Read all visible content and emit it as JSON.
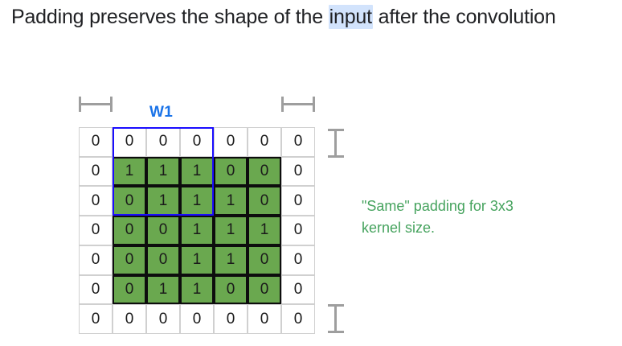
{
  "title": {
    "before": "Padding preserves the shape of the ",
    "highlighted": "input",
    "after": " after the convolution"
  },
  "figure": {
    "kernel_label": "W1",
    "annotation_line1": "\"Same\" padding for 3x3",
    "annotation_line2": "kernel size.",
    "colors": {
      "green_fill": "#6aa84f",
      "kernel_blue": "#1a0dff",
      "label_blue": "#1a73e8",
      "annotation_green": "#46a35e",
      "highlight_blue": "#d2e3fc",
      "bracket_gray": "#9e9e9e",
      "grid_line": "#d0d0d0",
      "cell_border_black": "#0d0d0d"
    },
    "grid": {
      "rows": 7,
      "cols": 7,
      "values": [
        [
          "0",
          "0",
          "0",
          "0",
          "0",
          "0",
          "0"
        ],
        [
          "0",
          "1",
          "1",
          "1",
          "0",
          "0",
          "0"
        ],
        [
          "0",
          "0",
          "1",
          "1",
          "1",
          "0",
          "0"
        ],
        [
          "0",
          "0",
          "0",
          "1",
          "1",
          "1",
          "0"
        ],
        [
          "0",
          "0",
          "0",
          "1",
          "1",
          "0",
          "0"
        ],
        [
          "0",
          "0",
          "1",
          "1",
          "0",
          "0",
          "0"
        ],
        [
          "0",
          "0",
          "0",
          "0",
          "0",
          "0",
          "0"
        ]
      ],
      "green_region": {
        "row_start": 1,
        "row_end": 5,
        "col_start": 1,
        "col_end": 5
      },
      "kernel_region": {
        "row_start": 0,
        "row_end": 2,
        "col_start": 1,
        "col_end": 3
      }
    },
    "dimension_markers": {
      "top_left_span_cols": 1,
      "top_right_span_cols": 1,
      "right_top_span_rows": 1,
      "right_bottom_span_rows": 1
    }
  }
}
